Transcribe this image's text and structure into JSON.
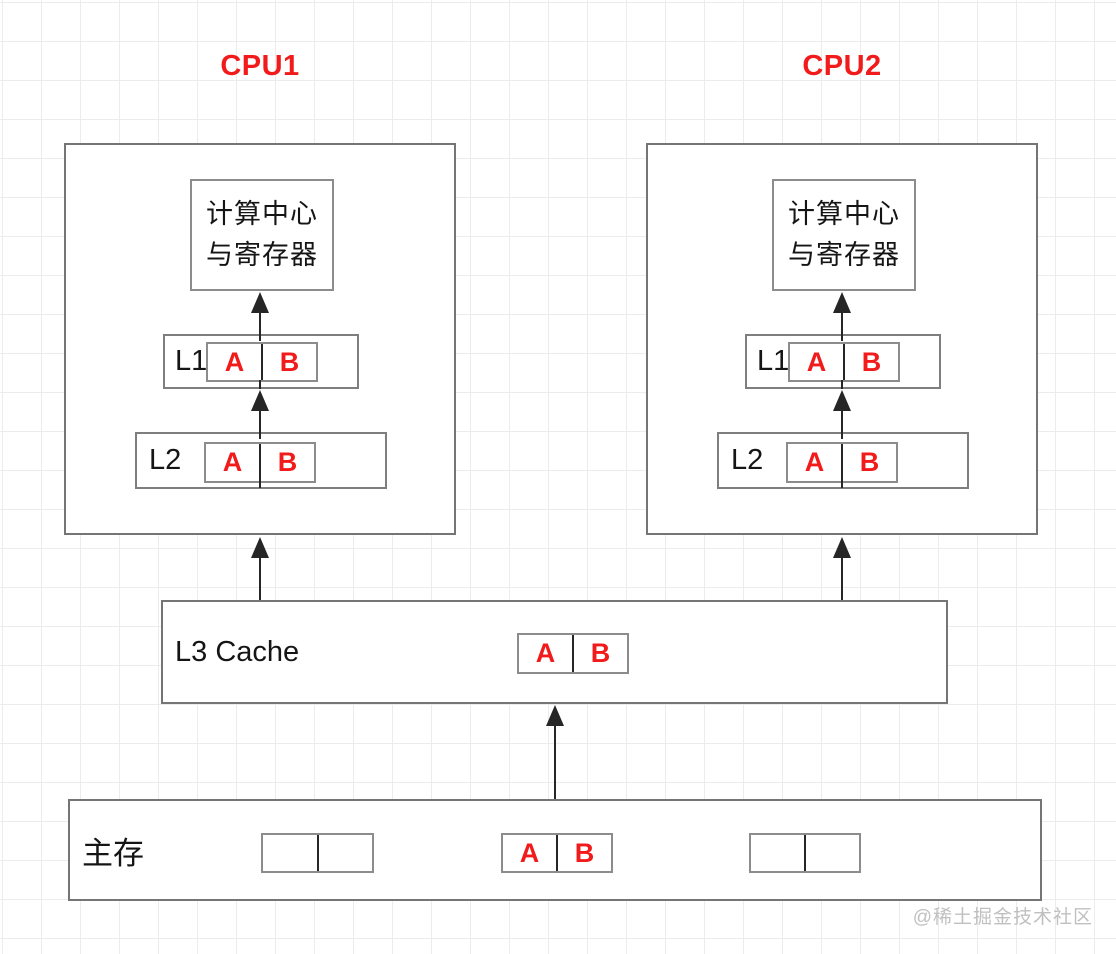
{
  "cpus": [
    {
      "title": "CPU1",
      "core_line1": "计算中心",
      "core_line2": "与寄存器",
      "l1": {
        "label": "L1",
        "cells": [
          "A",
          "B"
        ]
      },
      "l2": {
        "label": "L2",
        "cells": [
          "A",
          "B"
        ]
      }
    },
    {
      "title": "CPU2",
      "core_line1": "计算中心",
      "core_line2": "与寄存器",
      "l1": {
        "label": "L1",
        "cells": [
          "A",
          "B"
        ]
      },
      "l2": {
        "label": "L2",
        "cells": [
          "A",
          "B"
        ]
      }
    }
  ],
  "l3": {
    "label": "L3 Cache",
    "cells": [
      "A",
      "B"
    ]
  },
  "memory": {
    "label": "主存",
    "blocks": [
      {
        "cells": [
          "",
          ""
        ]
      },
      {
        "cells": [
          "A",
          "B"
        ]
      },
      {
        "cells": [
          "",
          ""
        ]
      }
    ]
  },
  "watermark": "@稀土掘金技术社区",
  "colors": {
    "accent_red": "#f21b1b",
    "box_border": "#757575",
    "inner_border": "#8c8c8c",
    "divider": "#262626",
    "grid": "#ececec",
    "watermark": "#c0c0c0"
  }
}
